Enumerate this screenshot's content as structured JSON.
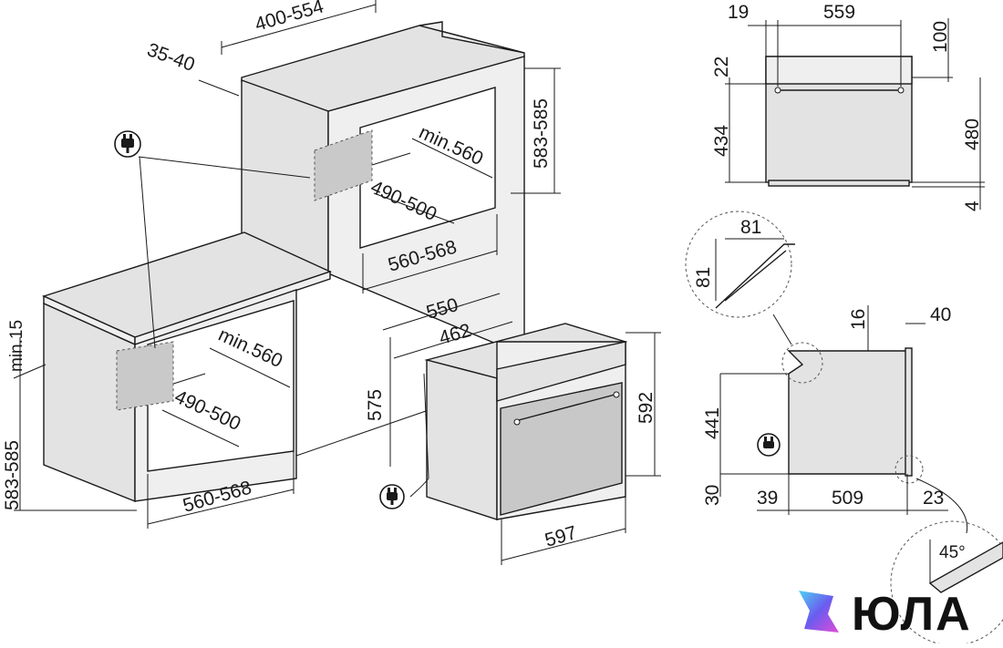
{
  "dimensions": {
    "col_top_width": "400-554",
    "col_offset": "35-40",
    "col_height": "583-585",
    "col_depth_min": "min.560",
    "col_inner_depth": "490-500",
    "col_opening_width": "560-568",
    "base_offset": "min.15",
    "base_height": "583-585",
    "base_depth_min": "min.560",
    "base_inner_depth": "490-500",
    "base_opening_width": "560-568",
    "oven_depth_total": "550",
    "oven_depth_body": "462",
    "oven_body_height": "575",
    "oven_front_height": "592",
    "oven_front_width": "597",
    "front_side_margin": "19",
    "front_inner_width": "559",
    "front_top_gap": "100",
    "front_panel_height": "22",
    "front_door_height": "434",
    "front_total_height": "480",
    "front_bottom_gap": "4",
    "detail_81_h": "81",
    "detail_81_v": "81",
    "side_top_offset": "16",
    "side_door_offset": "40",
    "side_body_height": "441",
    "side_base": "30",
    "side_rear": "39",
    "side_depth": "509",
    "side_front": "23",
    "angle": "45°"
  },
  "logo": {
    "text": "ЮЛА",
    "colors": [
      "#4fd2f0",
      "#6a5cf0",
      "#e24bd8"
    ]
  },
  "colors": {
    "line": "#1a1a1a",
    "wall_fill": "#e3e3e3",
    "glass_fill": "#c8c8c8"
  }
}
